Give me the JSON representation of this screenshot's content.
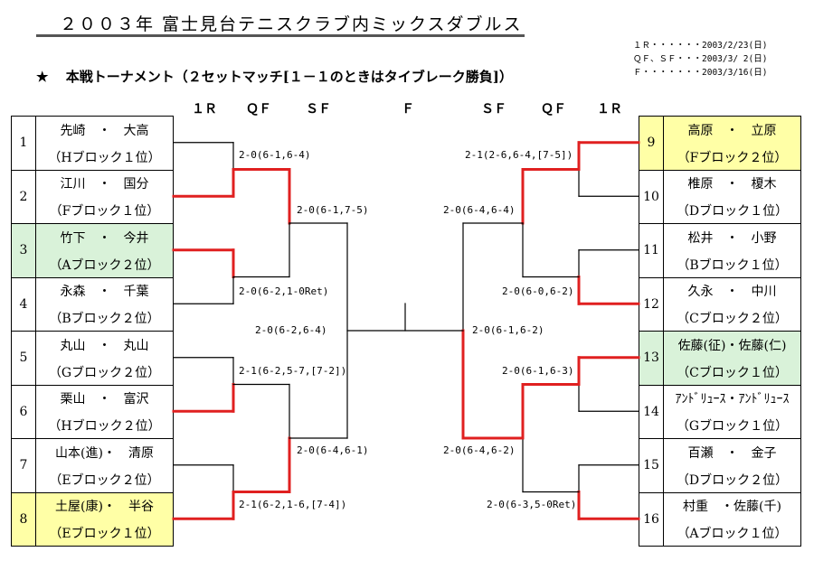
{
  "title": "２００３年 富士見台テニスクラブ内ミックスダブルス",
  "schedule": [
    "１Ｒ・・・・・・2003/2/23(日)",
    "ＱＦ、ＳＦ・・・2003/3/ 2(日)",
    "Ｆ・・・・・・・2003/3/16(日)"
  ],
  "subtitle_star": "★",
  "subtitle": "本戦トーナメント（２セットマッチ[１－１のときはタイブレーク勝負]）",
  "round_headers": {
    "r1": "１Ｒ",
    "qf": "ＱＦ",
    "sf": "ＳＦ",
    "f": "Ｆ"
  },
  "left_entries": [
    {
      "seed": "1",
      "names": "先崎　・　大高",
      "block": "（Hブロック１位）",
      "bg": "#ffffff"
    },
    {
      "seed": "2",
      "names": "江川　・　国分",
      "block": "（Fブロック１位）",
      "bg": "#ffffff"
    },
    {
      "seed": "3",
      "names": "竹下　・　今井",
      "block": "（Aブロック２位）",
      "bg": "#d9f2d9"
    },
    {
      "seed": "4",
      "names": "永森　・　千葉",
      "block": "（Bブロック２位）",
      "bg": "#ffffff"
    },
    {
      "seed": "5",
      "names": "丸山　・　丸山",
      "block": "（Gブロック２位）",
      "bg": "#ffffff"
    },
    {
      "seed": "6",
      "names": "栗山　・　富沢",
      "block": "（Hブロック２位）",
      "bg": "#ffffff"
    },
    {
      "seed": "7",
      "names": "山本(進)・　清原",
      "block": "（Eブロック２位）",
      "bg": "#ffffff"
    },
    {
      "seed": "8",
      "names": "土屋(康)・　半谷",
      "block": "（Eブロック１位）",
      "bg": "#ffffa6"
    }
  ],
  "right_entries": [
    {
      "seed": "9",
      "names": "高原　・　立原",
      "block": "（Fブロック２位）",
      "bg": "#ffffa6"
    },
    {
      "seed": "10",
      "names": "椎原　・　榎木",
      "block": "（Dブロック１位）",
      "bg": "#ffffff"
    },
    {
      "seed": "11",
      "names": "松井　・　小野",
      "block": "（Bブロック１位）",
      "bg": "#ffffff"
    },
    {
      "seed": "12",
      "names": "久永　・　中川",
      "block": "（Cブロック２位）",
      "bg": "#ffffff"
    },
    {
      "seed": "13",
      "names": "佐藤(征)・佐藤(仁)",
      "block": "（Cブロック１位）",
      "bg": "#d9f2d9"
    },
    {
      "seed": "14",
      "names": "ｱﾝﾄﾞﾘｭｰｽ・ｱﾝﾄﾞﾘｭｰｽ",
      "block": "（Gブロック１位）",
      "bg": "#ffffff"
    },
    {
      "seed": "15",
      "names": "百瀬　・　金子",
      "block": "（Dブロック２位）",
      "bg": "#ffffff"
    },
    {
      "seed": "16",
      "names": "村重　・佐藤(千)",
      "block": "（Aブロック１位）",
      "bg": "#ffffff"
    }
  ],
  "scores": {
    "r1_left": [
      "2-0(6-1,6-4)",
      "2-0(6-2,1-0Ret)",
      "2-1(6-2,5-7,[7-2])",
      "2-1(6-2,1-6,[7-4])"
    ],
    "qf_left": [
      "2-0(6-1,7-5)",
      "2-0(6-4,6-1)"
    ],
    "sf_left": "2-0(6-2,6-4)",
    "r1_right": [
      "2-1(2-6,6-4,[7-5])",
      "2-0(6-0,6-2)",
      "2-0(6-1,6-3)",
      "2-0(6-3,5-0Ret)"
    ],
    "qf_right": [
      "2-0(6-4,6-4)",
      "2-0(6-4,6-2)"
    ],
    "sf_right": "2-0(6-1,6-2)"
  },
  "colors": {
    "winner_line": "#e02020",
    "line": "#000000",
    "title_rule": "#555555"
  }
}
